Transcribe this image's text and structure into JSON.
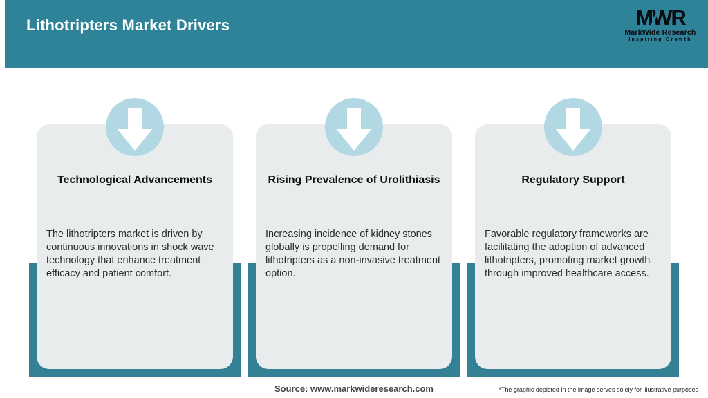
{
  "header": {
    "title": "Lithotripters Market Drivers"
  },
  "logo": {
    "monogram": "MWR",
    "name": "MarkWide Research",
    "tagline": "Inspiring Growth"
  },
  "cards": [
    {
      "icon": "down-arrow-icon",
      "title": "Technological Advancements",
      "body": "The lithotripters market is driven by continuous innovations in shock wave technology that enhance treatment efficacy and patient comfort."
    },
    {
      "icon": "down-arrow-icon",
      "title": "Rising Prevalence of Urolithiasis",
      "body": "Increasing incidence of kidney stones globally is propelling demand for lithotripters as a non-invasive treatment option."
    },
    {
      "icon": "down-arrow-icon",
      "title": "Regulatory Support",
      "body": "Favorable regulatory frameworks are facilitating the adoption of advanced lithotripters, promoting market growth through improved healthcare access."
    }
  ],
  "footer": {
    "source": "Source: www.markwideresearch.com",
    "disclaimer": "*The graphic depicted in the image serves solely for illustrative purposes"
  },
  "colors": {
    "teal": "#2f8399",
    "backdrop": "#348095",
    "circle": "#b2d8e4",
    "card_bg": "#e9eced",
    "arrow": "#ffffff",
    "title_text": "#121212",
    "body_text": "#2b2b2b",
    "logo_black": "#0c0c12"
  }
}
